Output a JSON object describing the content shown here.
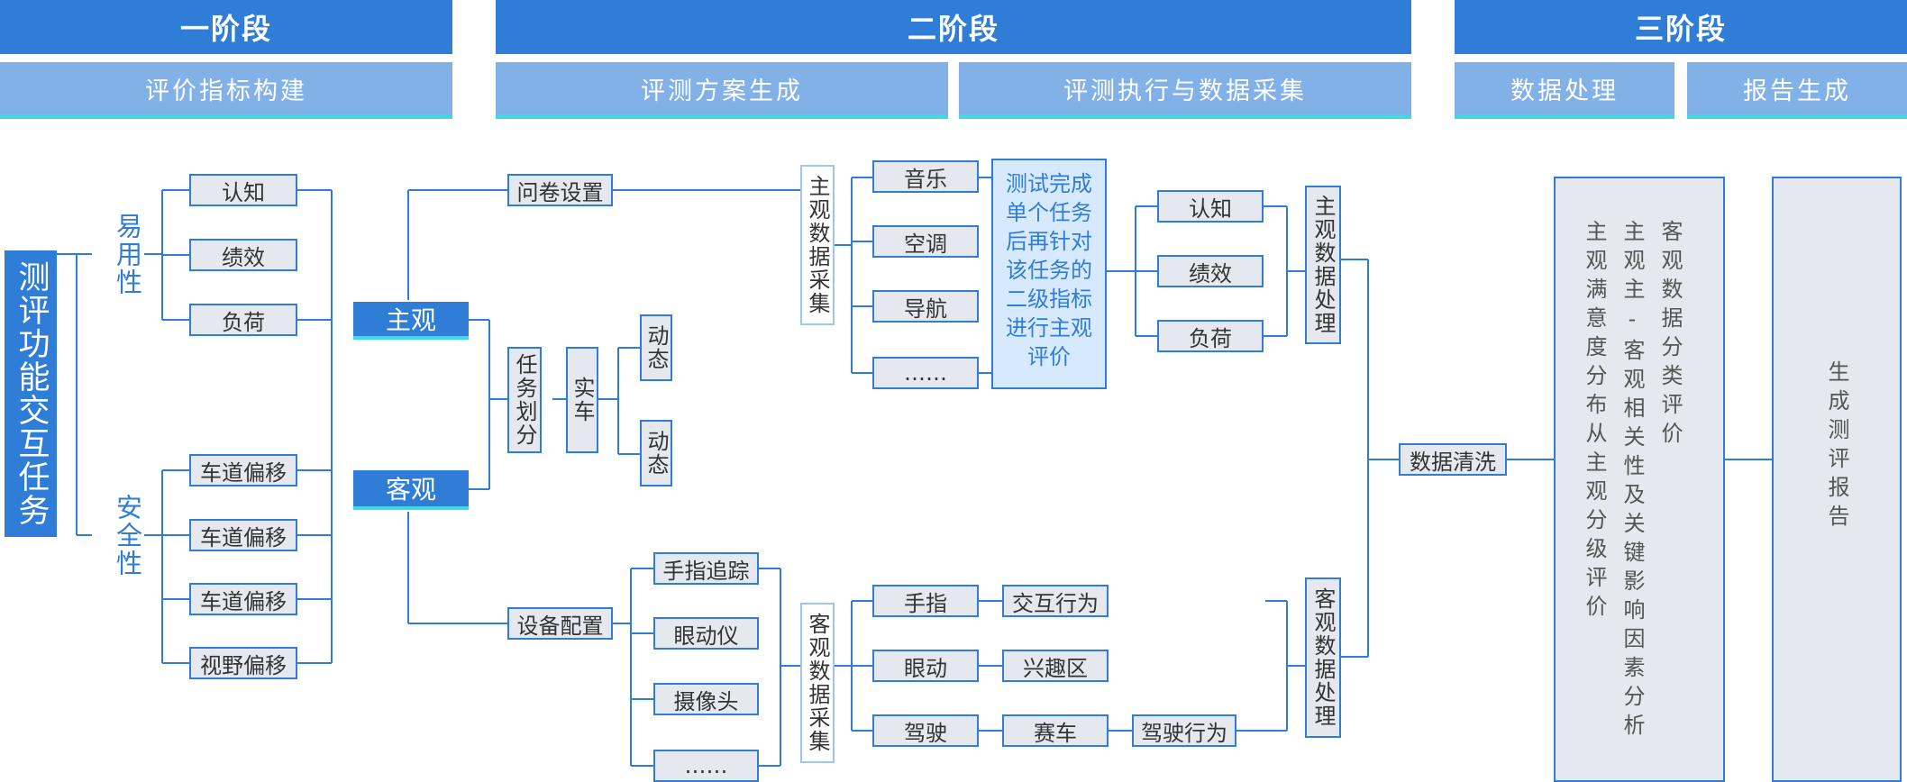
{
  "stages": {
    "s1": "一阶段",
    "s2": "二阶段",
    "s3": "三阶段",
    "s1_sub": "评价指标构建",
    "s2_sub_a": "评测方案生成",
    "s2_sub_b": "评测执行与数据采集",
    "s3_sub_a": "数据处理",
    "s3_sub_b": "报告生成"
  },
  "task": "测评功能交互任务",
  "usability": {
    "label": "易用性",
    "items": [
      "认知",
      "绩效",
      "负荷"
    ]
  },
  "safety": {
    "label": "安全性",
    "items": [
      "车道偏移",
      "车道偏移",
      "车道偏移",
      "视野偏移"
    ]
  },
  "subjective": "主观",
  "objective": "客观",
  "questionnaire": "问卷设置",
  "task_division": "任务划分",
  "real_car": "实车",
  "dynamic": [
    "动态",
    "动态"
  ],
  "device_config": "设备配置",
  "devices": [
    "手指追踪",
    "眼动仪",
    "摄像头",
    "……"
  ],
  "subj_collect": "主观数据采集",
  "obj_collect": "客观数据采集",
  "subj_scenarios": [
    "音乐",
    "空调",
    "导航",
    "……"
  ],
  "callout": "测试完成单个任务后再针对该任务的二级指标进行主观评价",
  "eval_items": [
    "认知",
    "绩效",
    "负荷"
  ],
  "subj_process": "主观数据处理",
  "obj_process": "客观数据处理",
  "obj_sources": [
    "手指",
    "眼动",
    "驾驶"
  ],
  "finger_behavior": "交互行为",
  "eye_interest": "兴趣区",
  "race": "赛车",
  "driving_behavior": "驾驶行为",
  "data_clean": "数据清洗",
  "analysis_cols": [
    "主观满意度分布从主观分级评价",
    "主观主-客观相关性及关键影响因素分析",
    "客观数据分类评价"
  ],
  "report": "生成测评报告"
}
